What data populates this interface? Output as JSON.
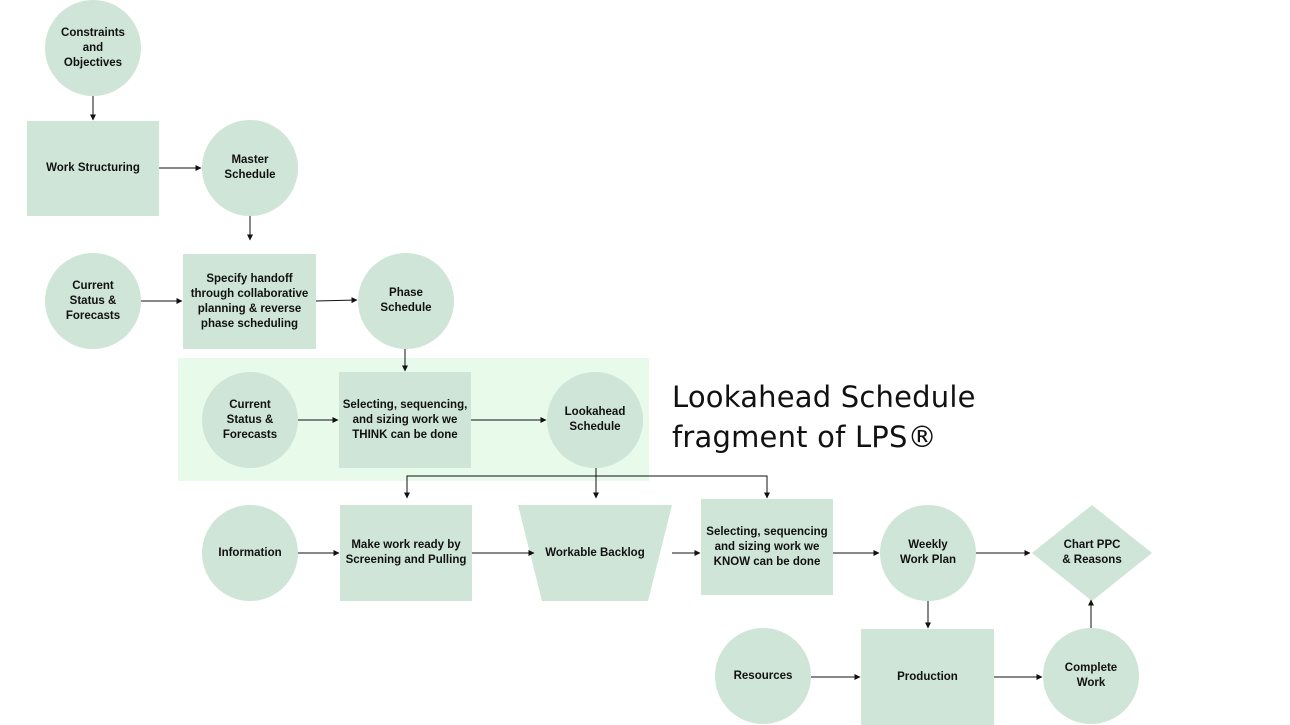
{
  "diagram": {
    "annotation": "Lookahead Schedule\nfragment of LPS®",
    "nodes": {
      "constraints_objectives": "Constraints\nand\nObjectives",
      "work_structuring": "Work Structuring",
      "master_schedule": "Master\nSchedule",
      "current_status_1": "Current\nStatus &\nForecasts",
      "specify_handoff": "Specify handoff\nthrough collaborative\nplanning & reverse\nphase scheduling",
      "phase_schedule": "Phase\nSchedule",
      "current_status_2": "Current\nStatus &\nForecasts",
      "selecting_think": "Selecting, sequencing,\nand sizing work we\nTHINK can be done",
      "lookahead_schedule": "Lookahead\nSchedule",
      "information": "Information",
      "make_work_ready": "Make work ready by\nScreening and Pulling",
      "workable_backlog": "Workable Backlog",
      "selecting_know": "Selecting, sequencing\nand sizing work we\nKNOW can be done",
      "weekly_work_plan": "Weekly\nWork Plan",
      "chart_ppc": "Chart PPC\n& Reasons",
      "resources": "Resources",
      "production": "Production",
      "complete_work": "Complete\nWork"
    },
    "colors": {
      "node_fill": "#cfe5d8",
      "highlight_fill": "#e8faea",
      "arrow": "#111111"
    }
  }
}
